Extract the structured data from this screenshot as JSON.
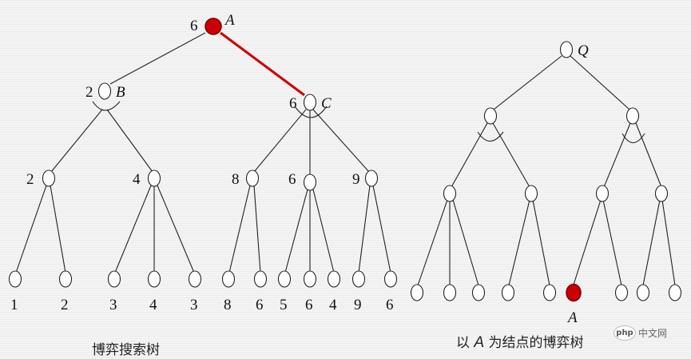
{
  "left_tree": {
    "caption": "博弈搜索树",
    "root": {
      "name": "A",
      "value": "6"
    },
    "b": {
      "name": "B",
      "value": "2"
    },
    "c": {
      "name": "C",
      "value": "6"
    },
    "level2_values": [
      "2",
      "4",
      "8",
      "6",
      "9"
    ],
    "leaf_values": [
      "1",
      "2",
      "3",
      "4",
      "3",
      "8",
      "6",
      "5",
      "6",
      "4",
      "9",
      "6"
    ]
  },
  "right_tree": {
    "caption_prefix": "以",
    "caption_node": "A",
    "caption_suffix": "为结点的博弈树",
    "root_name": "Q",
    "marked_leaf_name": "A"
  },
  "watermark": {
    "badge": "php",
    "text": "中文网"
  },
  "colors": {
    "highlight": "#cc0000",
    "line": "#222222"
  }
}
